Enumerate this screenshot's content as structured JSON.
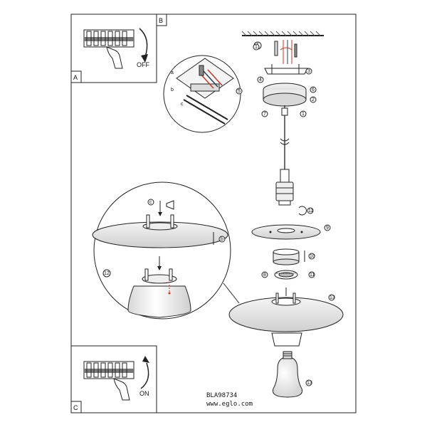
{
  "panels": {
    "a_label": "A",
    "b_label": "B",
    "c_label": "C",
    "off_text": "OFF",
    "on_text": "ON"
  },
  "steps": {
    "s1": "1",
    "s2": "2",
    "s3": "3",
    "s4": "4",
    "s5": "5",
    "s6": "6",
    "s7": "7",
    "s8": "8",
    "s9": "9",
    "s10": "10",
    "s11": "11",
    "s12": "12",
    "s13": "13",
    "sa": "a",
    "sb": "b",
    "sc": "c"
  },
  "footer": {
    "model": "BLA98734",
    "url": "www.eglo.com"
  }
}
